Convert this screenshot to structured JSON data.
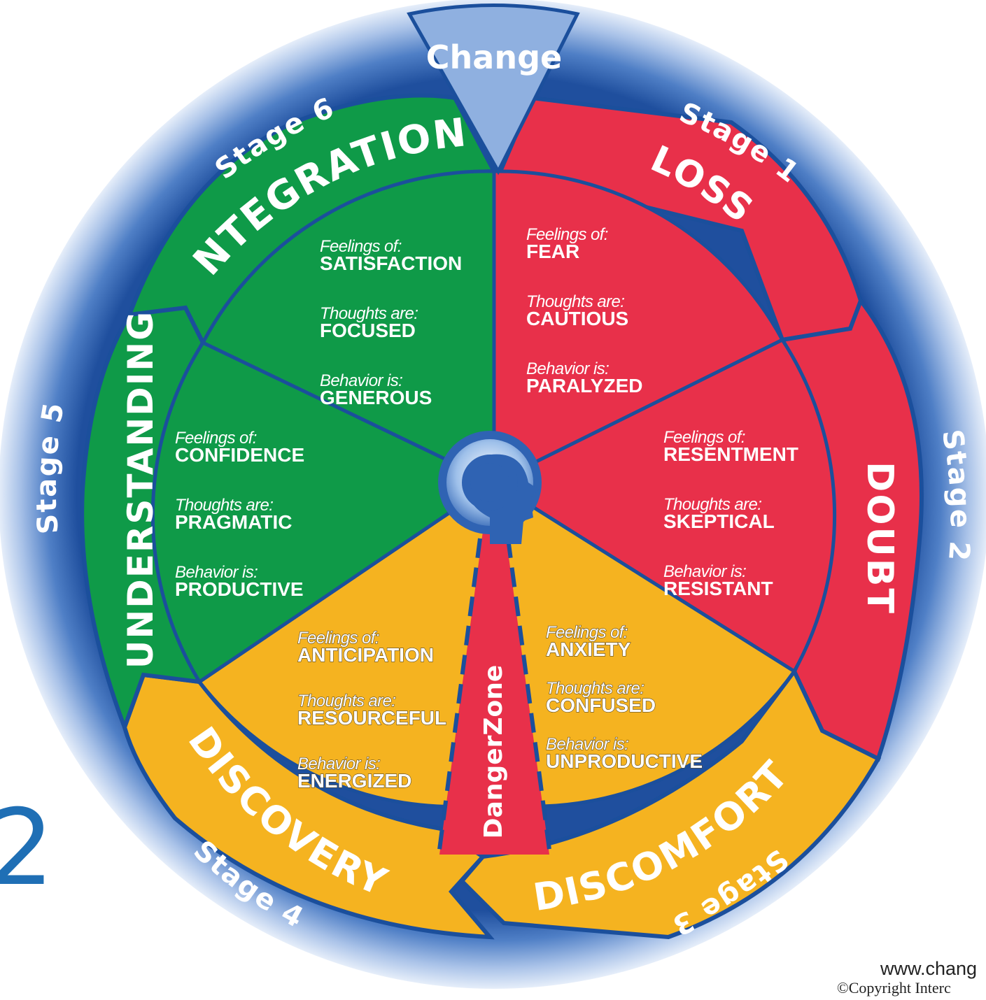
{
  "top_label": "Change",
  "center_zone": "DangerZone",
  "stages": [
    {
      "stage": "Stage 1",
      "name": "LOSS",
      "color": "#e8304a",
      "rows": [
        [
          "Feelings of:",
          "FEAR"
        ],
        [
          "Thoughts are:",
          "CAUTIOUS"
        ],
        [
          "Behavior is:",
          "PARALYZED"
        ]
      ]
    },
    {
      "stage": "Stage 2",
      "name": "DOUBT",
      "color": "#e8304a",
      "rows": [
        [
          "Feelings of:",
          "RESENTMENT"
        ],
        [
          "Thoughts are:",
          "SKEPTICAL"
        ],
        [
          "Behavior is:",
          "RESISTANT"
        ]
      ]
    },
    {
      "stage": "Stage 3",
      "name": "DISCOMFORT",
      "color": "#f5b320",
      "rows": [
        [
          "Feelings of:",
          "ANXIETY"
        ],
        [
          "Thoughts are:",
          "CONFUSED"
        ],
        [
          "Behavior is:",
          "UNPRODUCTIVE"
        ]
      ]
    },
    {
      "stage": "Stage 4",
      "name": "DISCOVERY",
      "color": "#f5b320",
      "rows": [
        [
          "Feelings of:",
          "ANTICIPATION"
        ],
        [
          "Thoughts are:",
          "RESOURCEFUL"
        ],
        [
          "Behavior is:",
          "ENERGIZED"
        ]
      ]
    },
    {
      "stage": "Stage 5",
      "name": "UNDERSTANDING",
      "color": "#0f9a48",
      "rows": [
        [
          "Feelings of:",
          "CONFIDENCE"
        ],
        [
          "Thoughts are:",
          "PRAGMATIC"
        ],
        [
          "Behavior is:",
          "PRODUCTIVE"
        ]
      ]
    },
    {
      "stage": "Stage 6",
      "name": "INTEGRATION",
      "color": "#0f9a48",
      "rows": [
        [
          "Feelings of:",
          "SATISFACTION"
        ],
        [
          "Thoughts are:",
          "FOCUSED"
        ],
        [
          "Behavior is:",
          "GENEROUS"
        ]
      ]
    }
  ],
  "slide_number": "2",
  "footer": {
    "url": "www.chang",
    "copyright": "©Copyright Interc"
  },
  "colors": {
    "outer_ring": "#2a5aa8",
    "divider": "#1b4f9c",
    "change_wedge": "#8fb0e0",
    "danger_zone": "#e8304a"
  }
}
